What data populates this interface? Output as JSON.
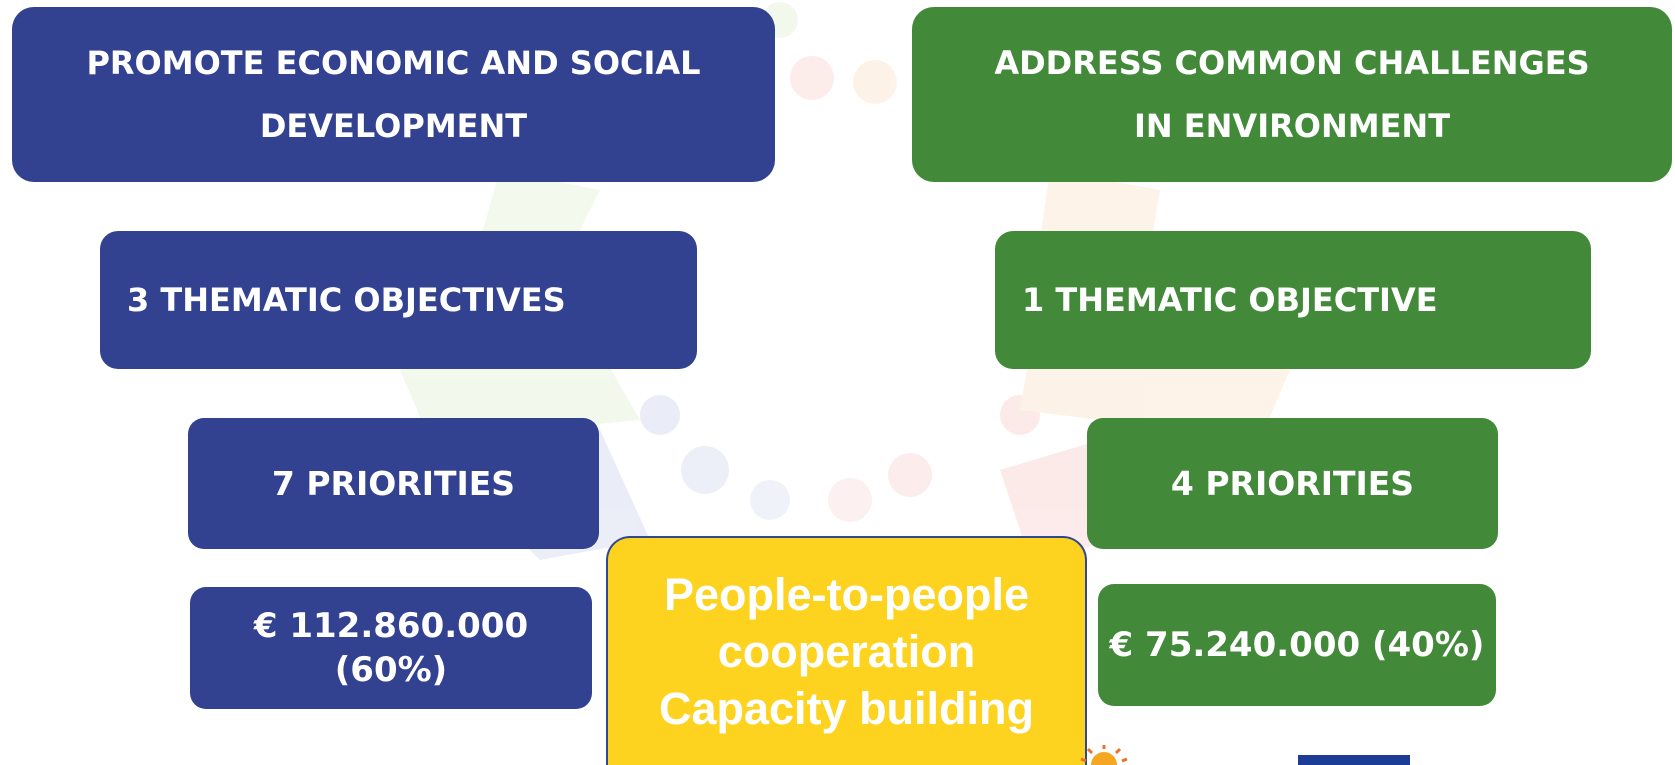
{
  "left": {
    "goal": "PROMOTE ECONOMIC AND SOCIAL DEVELOPMENT",
    "objectives": "3 THEMATIC OBJECTIVES",
    "priorities": "7 PRIORITIES",
    "amount": "€ 112.860.000",
    "share": "(60%)"
  },
  "right": {
    "goal": "ADDRESS COMMON CHALLENGES IN ENVIRONMENT",
    "objectives": "1 THEMATIC OBJECTIVE",
    "priorities": "4 PRIORITIES",
    "amount": "€ 75.240.000 (40%)"
  },
  "center": {
    "line1": "People-to-people",
    "line2": "cooperation",
    "line3": "Capacity building"
  },
  "colors": {
    "blue": "#334290",
    "green": "#428a3a",
    "yellow": "#fdd320"
  }
}
